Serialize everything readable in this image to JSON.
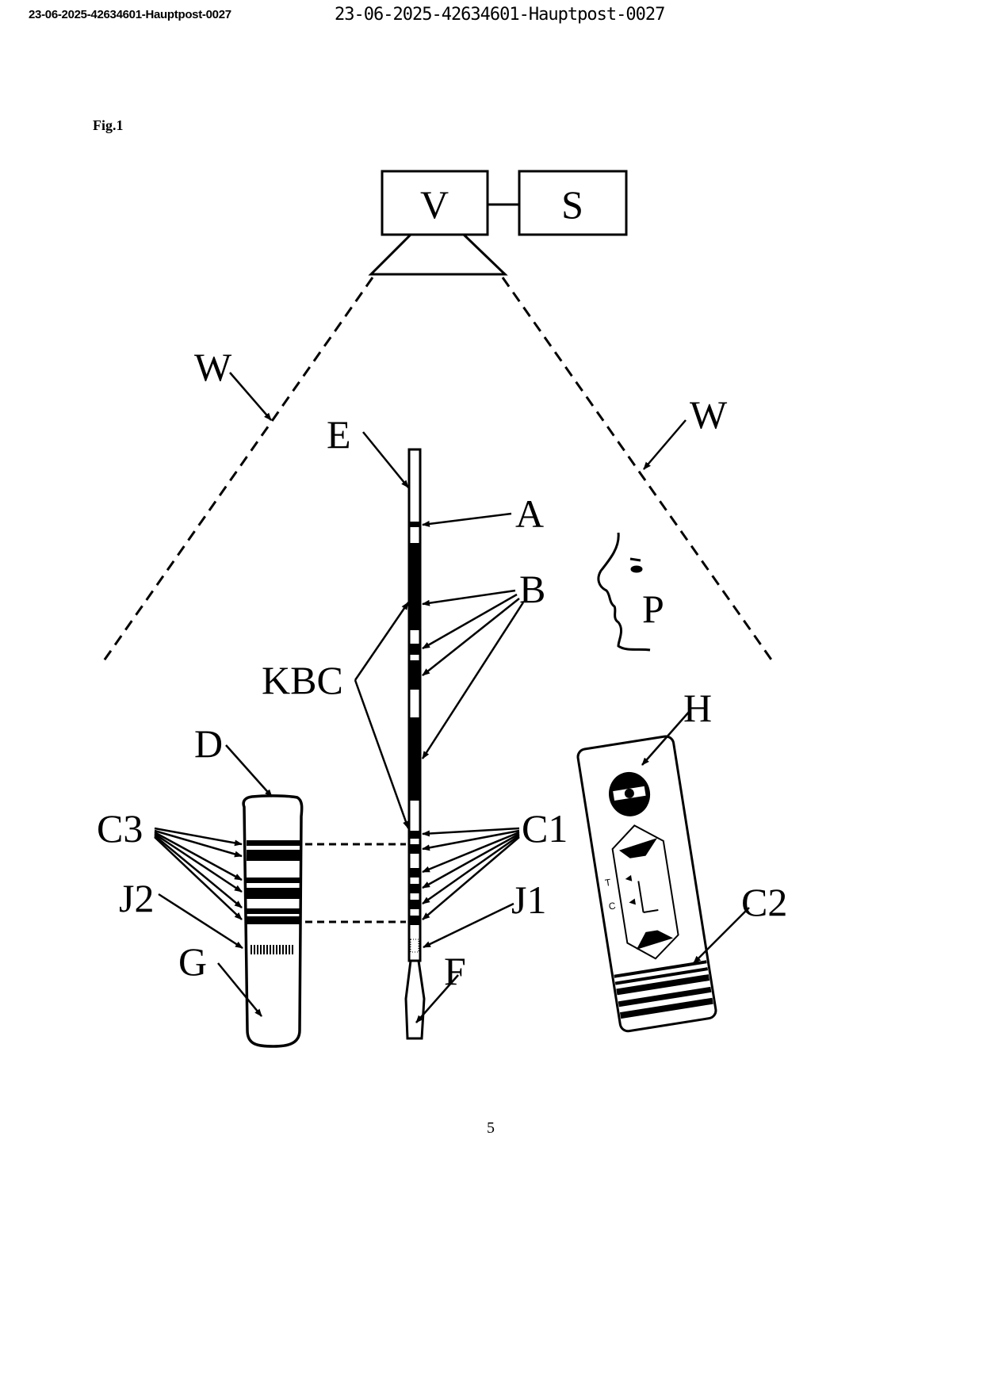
{
  "header": {
    "stamp_bold": "23-06-2025-42634601-Hauptpost-0027",
    "stamp_mono": "23-06-2025-42634601-Hauptpost-0027"
  },
  "figure": {
    "title": "Fig.1",
    "labels": {
      "V": "V",
      "S": "S",
      "W_left": "W",
      "W_right": "W",
      "E": "E",
      "A": "A",
      "B": "B",
      "P": "P",
      "KBC": "KBC",
      "H": "H",
      "D": "D",
      "C3": "C3",
      "C1": "C1",
      "J2": "J2",
      "J1": "J1",
      "C2": "C2",
      "G": "G",
      "F": "F"
    },
    "cassette_marks": {
      "C": "C",
      "T": "T"
    }
  },
  "page_number": "5"
}
